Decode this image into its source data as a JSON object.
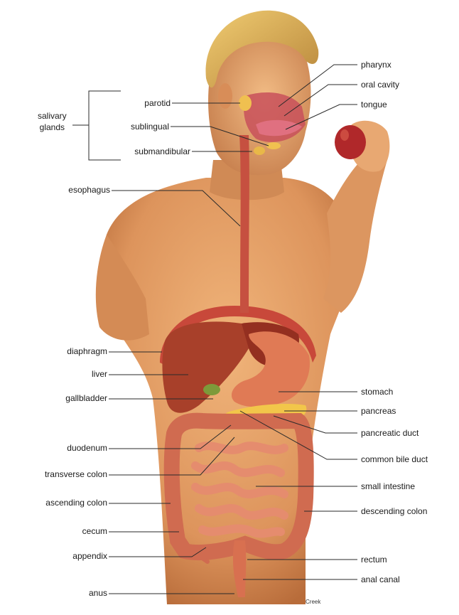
{
  "labels": {
    "salivary_glands": "salivary\nglands",
    "parotid": "parotid",
    "sublingual": "sublingual",
    "submandibular": "submandibular",
    "esophagus": "esophagus",
    "diaphragm": "diaphragm",
    "liver": "liver",
    "gallbladder": "gallbladder",
    "duodenum": "duodenum",
    "transverse_colon": "transverse colon",
    "ascending_colon": "ascending colon",
    "cecum": "cecum",
    "appendix": "appendix",
    "anus": "anus",
    "pharynx": "pharynx",
    "oral_cavity": "oral cavity",
    "tongue": "tongue",
    "stomach": "stomach",
    "pancreas": "pancreas",
    "pancreatic_duct": "pancreatic duct",
    "common_bile_duct": "common bile duct",
    "small_intestine": "small intestine",
    "descending_colon": "descending colon",
    "rectum": "rectum",
    "anal_canal": "anal canal"
  },
  "signature": "Creek",
  "colors": {
    "skin": "#e9a56a",
    "skin_shadow": "#c97a45",
    "hair": "#e0b45a",
    "liver": "#a8402a",
    "stomach": "#e07a55",
    "intestine": "#e58c6e",
    "pancreas": "#f2c64a",
    "esophagus": "#c65040",
    "line": "#2a2a2a"
  }
}
